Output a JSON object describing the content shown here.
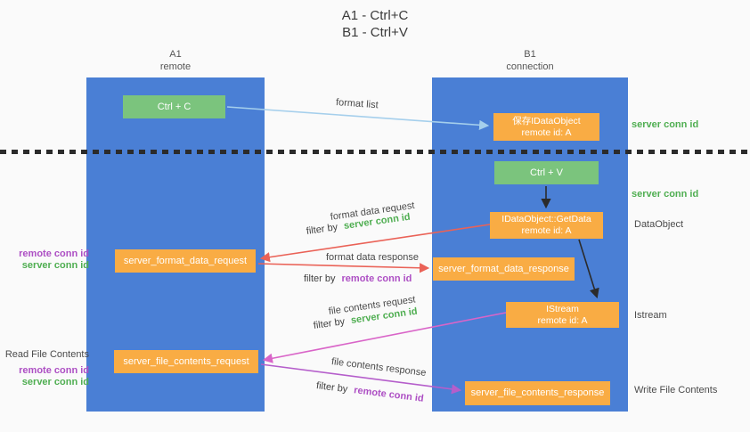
{
  "title": {
    "line1": "A1 - Ctrl+C",
    "line2": "B1 - Ctrl+V"
  },
  "columns": {
    "left": {
      "id": "A1",
      "subtitle": "remote"
    },
    "right": {
      "id": "B1",
      "subtitle": "connection"
    }
  },
  "nodes": {
    "ctrl_c": "Ctrl + C",
    "ctrl_v": "Ctrl + V",
    "save_dataobject": {
      "line1": "保存IDataObject",
      "line2": "remote id: A"
    },
    "getdata": {
      "line1": "IDataObject::GetData",
      "line2": "remote id: A"
    },
    "istream": {
      "line1": "IStream",
      "line2": "remote id: A"
    },
    "server_format_data_request": "server_format_data_request",
    "server_format_data_response": "server_format_data_response",
    "server_file_contents_request": "server_file_contents_request",
    "server_file_contents_response": "server_file_contents_response"
  },
  "labels": {
    "format_list": "format list",
    "format_data_request": "format data request",
    "format_data_response": "format data response",
    "file_contents_request": "file contents request",
    "file_contents_response": "file contents response",
    "filter_by": "filter by",
    "server_conn_id": "server conn id",
    "remote_conn_id": "remote conn id",
    "read_file_contents": "Read File Contents",
    "write_file_contents": "Write File Contents",
    "dataobject": "DataObject",
    "istream_side": "Istream"
  },
  "colors": {
    "panel_blue": "#4a7fd5",
    "node_green": "#7bc47d",
    "node_orange": "#f9ac44",
    "green_id_text": "#4fae51",
    "purple_id_text": "#ad4fc4",
    "arrow_light_blue": "#a5cfec",
    "arrow_red": "#ea6257",
    "arrow_magenta": "#d965c8",
    "arrow_purple": "#b55ecb",
    "arrow_black": "#2b2b2b",
    "background": "#fafafa"
  }
}
